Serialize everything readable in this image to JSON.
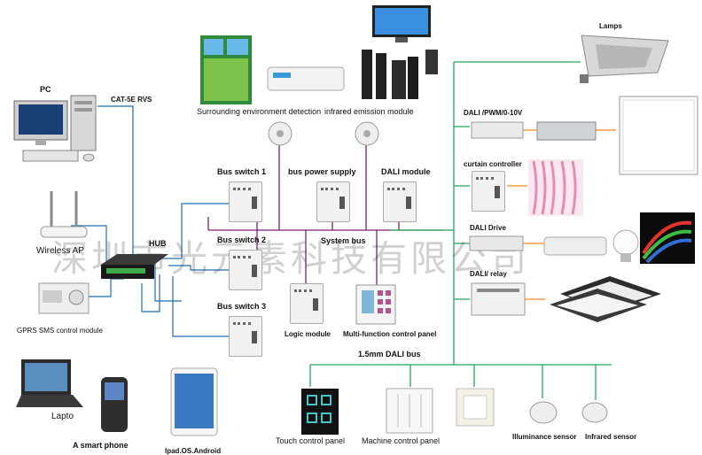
{
  "labels": {
    "pc": "PC",
    "cat5": "CAT-5E RVS",
    "wireless_ap": "Wireless AP",
    "hub": "HUB",
    "gprs": "GPRS  SMS control module",
    "laptop": "Lapto",
    "smartphone": "A smart phone",
    "ipad": "Ipad.OS.Android",
    "surrounding": "Surrounding environment detection",
    "infrared_emission": "infrared emission module",
    "bus_switch_1": "Bus switch 1",
    "bus_power": "bus power supply",
    "dali_module": "DALI module",
    "bus_switch_2": "Bus switch 2",
    "system_bus": "System bus",
    "bus_switch_3": "Bus switch 3",
    "logic_module": "Logic module",
    "mf_panel": "Multi-function control panel",
    "dali_bus": "1.5mm DALI bus",
    "touch_panel": "Touch control panel",
    "machine_panel": "Machine control panel",
    "illuminance": "Illuminance sensor",
    "infrared_sensor": "Infrared sensor",
    "lamps": "Lamps",
    "dali_pwm": "DALI /PWM/0-10V",
    "curtain": "curtain controller",
    "dali_drive": "DALI Drive",
    "dali_relay": "DALI/ relay"
  },
  "watermark": "深圳市光元素科技有限公司",
  "colors": {
    "lan_wire": "#1f6fb0",
    "bus_wire": "#7a1f7a",
    "dali_wire": "#22a85a",
    "output_wire": "#f08a1c"
  }
}
